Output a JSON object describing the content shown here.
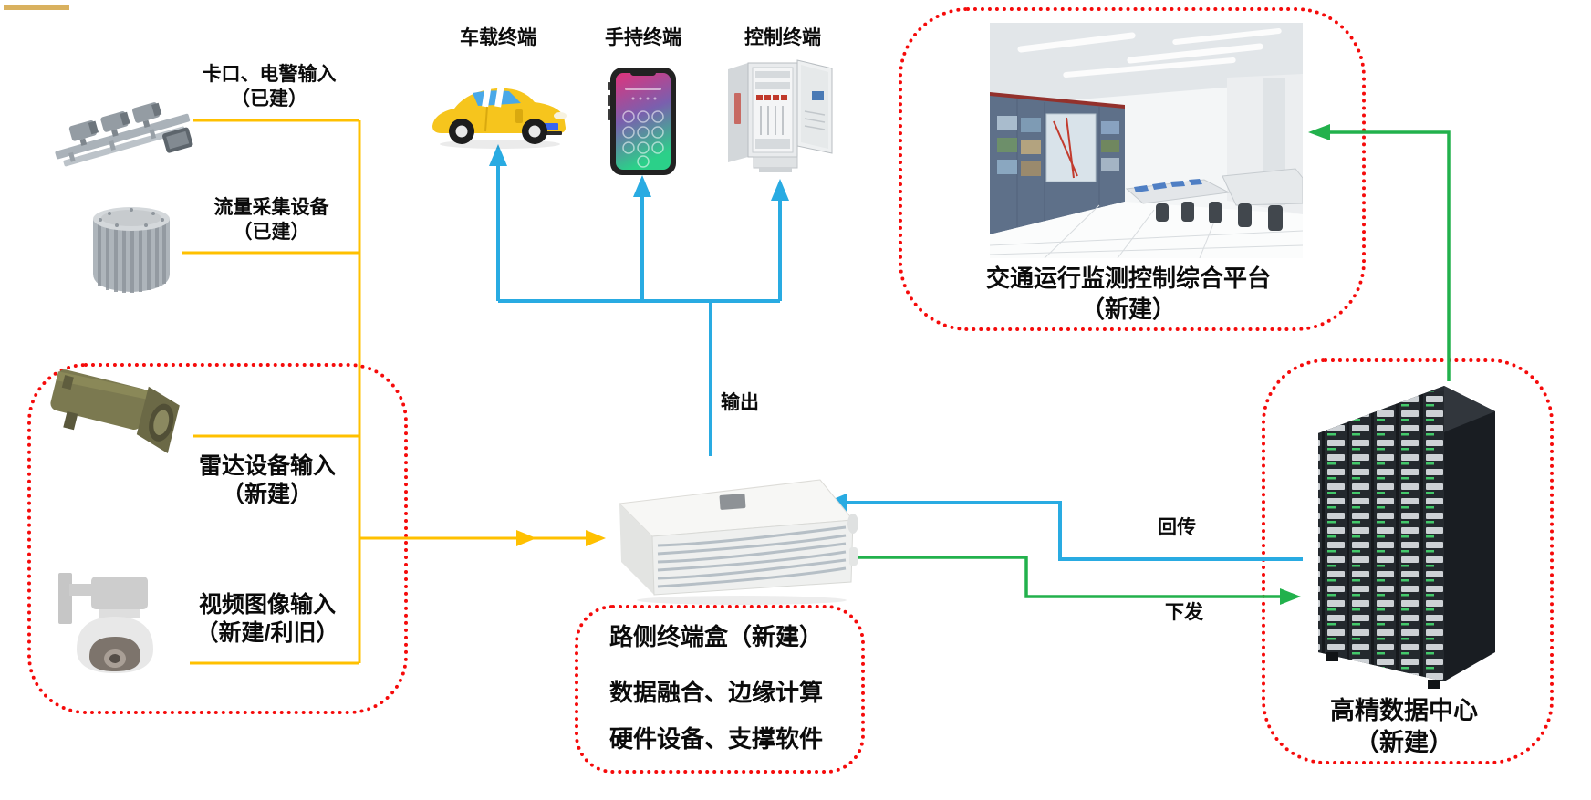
{
  "colors": {
    "input_line_yellow": "#FFC000",
    "output_line_blue": "#29ABE2",
    "control_line_green": "#22B14C",
    "boundary_red": "#FF0000",
    "accent_bar_gold": "#D9B15F"
  },
  "nodes": {
    "checkpoint": {
      "label": "卡口、电警输入",
      "status": "（已建）"
    },
    "flow_collector": {
      "label": "流量采集设备",
      "status": "（已建）"
    },
    "radar": {
      "label": "雷达设备输入",
      "status": "（新建）"
    },
    "video": {
      "label": "视频图像输入",
      "status": "（新建/利旧）"
    },
    "vehicle_terminal": {
      "label": "车载终端"
    },
    "handheld_terminal": {
      "label": "手持终端"
    },
    "control_terminal": {
      "label": "控制终端"
    },
    "roadside_box": {
      "title": "路侧终端盒（新建）",
      "feature1": "数据融合、边缘计算",
      "feature2": "硬件设备、支撑软件"
    },
    "platform": {
      "label": "交通运行监测控制综合平台",
      "status": "（新建）"
    },
    "datacenter": {
      "label": "高精数据中心",
      "status": "（新建）"
    }
  },
  "edges": {
    "output": "输出",
    "backhaul": "回传",
    "dispatch": "下发"
  }
}
